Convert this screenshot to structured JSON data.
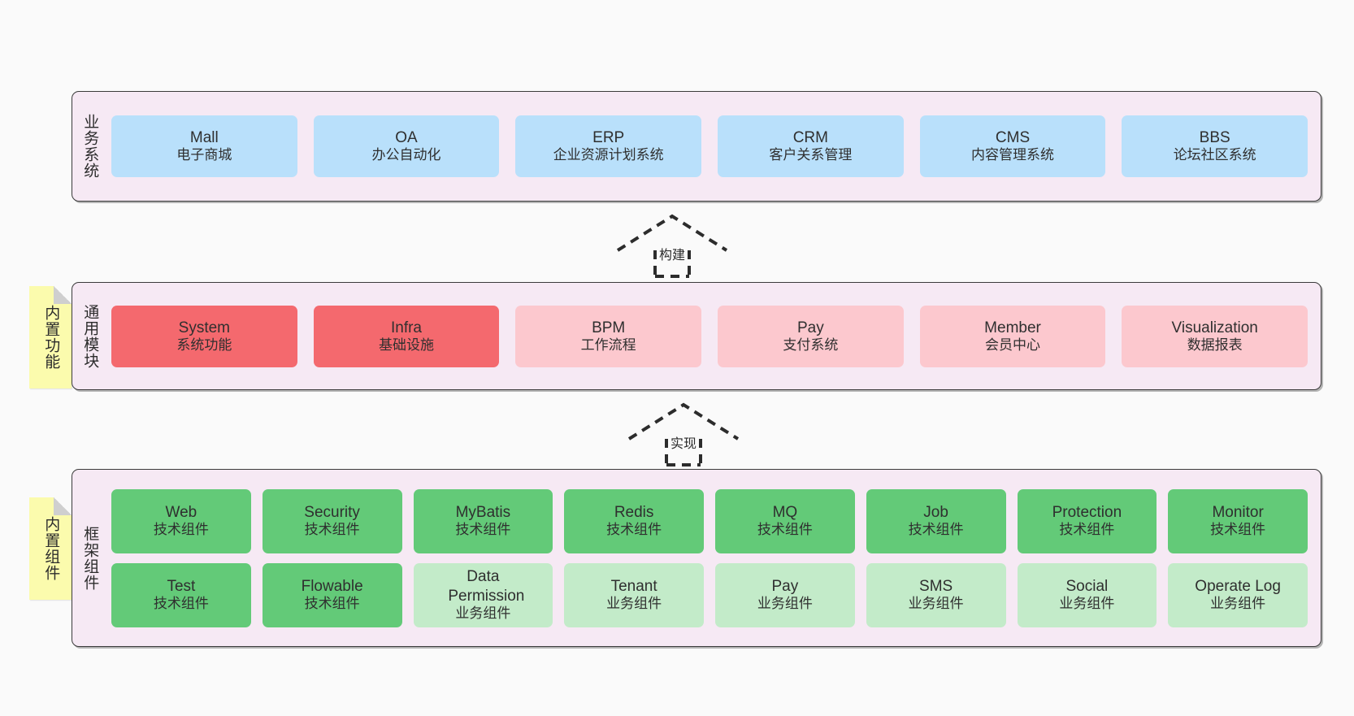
{
  "diagram": {
    "background": "#fafafa",
    "colors": {
      "container_bg": "#f6e9f4",
      "container_border": "#3b3b3b",
      "business_card": "#b9e0fb",
      "module_core": "#f4696e",
      "module_optional": "#fcc8ce",
      "component_tech": "#63ca78",
      "component_business": "#c3ebc9",
      "sticky_note": "#fbfbad"
    }
  },
  "layers": {
    "business": {
      "title": "业务系统",
      "cards": [
        {
          "en": "Mall",
          "cn": "电子商城"
        },
        {
          "en": "OA",
          "cn": "办公自动化"
        },
        {
          "en": "ERP",
          "cn": "企业资源计划系统"
        },
        {
          "en": "CRM",
          "cn": "客户关系管理"
        },
        {
          "en": "CMS",
          "cn": "内容管理系统"
        },
        {
          "en": "BBS",
          "cn": "论坛社区系统"
        }
      ]
    },
    "modules": {
      "title": "通用模块",
      "sticky": "内置功能",
      "cards": [
        {
          "en": "System",
          "cn": "系统功能",
          "variant": "core"
        },
        {
          "en": "Infra",
          "cn": "基础设施",
          "variant": "core"
        },
        {
          "en": "BPM",
          "cn": "工作流程",
          "variant": "optional"
        },
        {
          "en": "Pay",
          "cn": "支付系统",
          "variant": "optional"
        },
        {
          "en": "Member",
          "cn": "会员中心",
          "variant": "optional"
        },
        {
          "en": "Visualization",
          "cn": "数据报表",
          "variant": "optional"
        }
      ]
    },
    "framework": {
      "title": "框架组件",
      "sticky": "内置组件",
      "row1": [
        {
          "en": "Web",
          "cn": "技术组件"
        },
        {
          "en": "Security",
          "cn": "技术组件"
        },
        {
          "en": "MyBatis",
          "cn": "技术组件"
        },
        {
          "en": "Redis",
          "cn": "技术组件"
        },
        {
          "en": "MQ",
          "cn": "技术组件"
        },
        {
          "en": "Job",
          "cn": "技术组件"
        },
        {
          "en": "Protection",
          "cn": "技术组件"
        },
        {
          "en": "Monitor",
          "cn": "技术组件"
        }
      ],
      "row2": [
        {
          "en": "Test",
          "cn": "技术组件",
          "variant": "tech"
        },
        {
          "en": "Flowable",
          "cn": "技术组件",
          "variant": "tech"
        },
        {
          "en": "Data Permission",
          "cn": "业务组件",
          "variant": "business"
        },
        {
          "en": "Tenant",
          "cn": "业务组件",
          "variant": "business"
        },
        {
          "en": "Pay",
          "cn": "业务组件",
          "variant": "business"
        },
        {
          "en": "SMS",
          "cn": "业务组件",
          "variant": "business"
        },
        {
          "en": "Social",
          "cn": "业务组件",
          "variant": "business"
        },
        {
          "en": "Operate Log",
          "cn": "业务组件",
          "variant": "business"
        }
      ]
    }
  },
  "connectors": [
    {
      "label": "构建"
    },
    {
      "label": "实现"
    }
  ]
}
